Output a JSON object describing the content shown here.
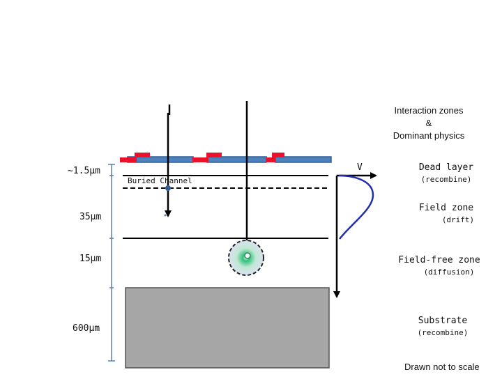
{
  "header": {
    "title_line1": "Interaction zones",
    "title_line2": "&",
    "title_line3": "Dominant physics"
  },
  "depth_labels": {
    "dead": "~1.5µm",
    "field": "35µm",
    "fieldfree": "15µm",
    "substrate": "600µm"
  },
  "buried_channel": "Buried Channel",
  "voltage_label": "V",
  "zones": [
    {
      "name": "Dead layer",
      "physics": "(recombine)"
    },
    {
      "name": "Field zone",
      "physics": "(drift)"
    },
    {
      "name": "Field-free zone",
      "physics": "(diffusion)"
    },
    {
      "name": "Substrate",
      "physics": "(recombine)"
    }
  ],
  "footnote": "Drawn not to scale",
  "colors": {
    "gate": "#e8132a",
    "electrode": "#4f81bd",
    "electrode_border": "#2f5f97",
    "substrate": "#a6a6a6",
    "profile": "#1f2fb0",
    "dimension_line": "#5b7fa8",
    "cloud": "#2fbf7a"
  }
}
